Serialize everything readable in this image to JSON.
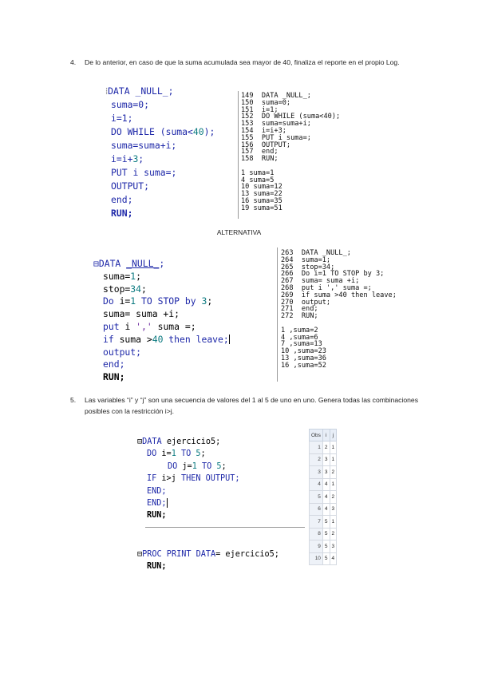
{
  "item4": {
    "number": "4.",
    "text": "De lo anterior, en caso de que la suma acumulada sea mayor de 40, finaliza el reporte en el propio Log."
  },
  "code1": {
    "l1a": "DATA ",
    "l1b": "_NULL_",
    "l1c": ";",
    "l2": "suma=0;",
    "l3": "i=1;",
    "l4a": "DO WHILE ",
    "l4b": "(suma<",
    "l4c": "40",
    "l4d": ");",
    "l5": "suma=suma+i;",
    "l6a": "i=i+",
    "l6b": "3",
    "l6c": ";",
    "l7a": "PUT ",
    "l7b": "i suma=;",
    "l8": "OUTPUT;",
    "l9": "end;",
    "l10": "RUN;"
  },
  "log1": [
    "149  DATA _NULL_;",
    "150  suma=0;",
    "151  i=1;",
    "152  DO WHILE (suma<40);",
    "153  suma=suma+i;",
    "154  i=i+3;",
    "155  PUT i suma=;",
    "156  OUTPUT;",
    "157  end;",
    "158  RUN;",
    "",
    "1 suma=1",
    "4 suma=5",
    "10 suma=12",
    "13 suma=22",
    "16 suma=35",
    "19 suma=51"
  ],
  "caption": "ALTERNATIVA",
  "code2": {
    "l1a": "DATA ",
    "l1b": "_NULL_",
    "l1c": ";",
    "l2a": "suma=",
    "l2b": "1",
    "l2c": ";",
    "l3a": "stop=",
    "l3b": "34",
    "l3c": ";",
    "l4a": "Do ",
    "l4b": "i=",
    "l4c": "1",
    "l4d": " TO STOP by ",
    "l4e": "3",
    "l4f": ";",
    "l5": "suma= suma +i;",
    "l6a": "put ",
    "l6b": "i ",
    "l6c": "','",
    "l6d": " suma =;",
    "l7a": "if ",
    "l7b": "suma >",
    "l7c": "40",
    "l7d": " then leave;",
    "l8": "output;",
    "l9": "end;",
    "l10": "RUN;"
  },
  "log2": [
    "263  DATA _NULL_;",
    "264  suma=1;",
    "265  stop=34;",
    "266  Do i=1 TO STOP by 3;",
    "267  suma= suma +i;",
    "268  put i ',' suma =;",
    "269  if suma >40 then leave;",
    "270  output;",
    "271  end;",
    "272  RUN;",
    "",
    "1 ,suma=2",
    "4 ,suma=6",
    "7 ,suma=13",
    "10 ,suma=23",
    "13 ,suma=36",
    "16 ,suma=52"
  ],
  "item5": {
    "number": "5.",
    "text": "Las variables “i” y “j” son una secuencia de valores del 1 al 5 de uno en uno. Genera todas las combinaciones posibles con la restricción i>j."
  },
  "code3": {
    "l1a": "DATA ",
    "l1b": "ejercicio5;",
    "l2a": "DO ",
    "l2b": "i=",
    "l2c": "1",
    "l2d": " TO ",
    "l2e": "5",
    "l2f": ";",
    "l3a": "DO ",
    "l3b": "j=",
    "l3c": "1",
    "l3d": " TO ",
    "l3e": "5",
    "l3f": ";",
    "l4a": "IF ",
    "l4b": "i>j ",
    "l4c": "THEN OUTPUT;",
    "l5": "END;",
    "l6": "END;",
    "l7": "RUN;",
    "l8a": "PROC PRINT DATA",
    "l8b": "= ejercicio5;",
    "l9": "RUN;"
  },
  "table": {
    "headers": [
      "Obs",
      "i",
      "j"
    ],
    "rows": [
      [
        "1",
        "2",
        "1"
      ],
      [
        "2",
        "3",
        "1"
      ],
      [
        "3",
        "3",
        "2"
      ],
      [
        "4",
        "4",
        "1"
      ],
      [
        "5",
        "4",
        "2"
      ],
      [
        "6",
        "4",
        "3"
      ],
      [
        "7",
        "5",
        "1"
      ],
      [
        "8",
        "5",
        "2"
      ],
      [
        "9",
        "5",
        "3"
      ],
      [
        "10",
        "5",
        "4"
      ]
    ]
  },
  "colors": {
    "keyword": "#1d27a8",
    "number": "#0b7a80",
    "string": "#6e2ca0"
  }
}
